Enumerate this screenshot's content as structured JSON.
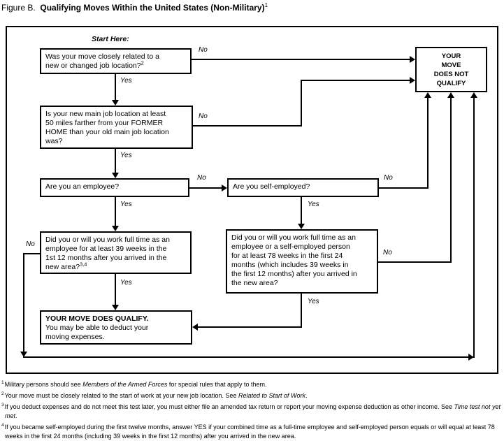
{
  "title": {
    "prefix": "Figure B.",
    "main": "Qualifying Moves Within the United States (Non-Military)",
    "sup": "1"
  },
  "labels": {
    "start": "Start Here:",
    "yes": "Yes",
    "no": "No"
  },
  "flowchart": {
    "q1": {
      "text": "Was your move closely related to a\nnew or changed job location?",
      "sup": "2"
    },
    "q2": {
      "text": "Is your new main job location at least\n50 miles farther from your FORMER\nHOME than your old main job location\nwas?"
    },
    "q3": {
      "text": "Are you an employee?"
    },
    "q4": {
      "text": "Are you self-employed?"
    },
    "q5": {
      "text": "Did you or will you work full time as an\nemployee for at least 39 weeks in the\n1st 12 months after you arrived in the\nnew area?",
      "sup": "3,4"
    },
    "q6": {
      "text": "Did you or will you work full time as an\nemployee or a self-employed person\nfor at least 78 weeks in the first 24\nmonths (which includes 39 weeks in\nthe first 12 months) after you arrived in\nthe new area?"
    },
    "qualify": {
      "title": "YOUR MOVE DOES QUALIFY.",
      "text": "You may be able to deduct your\nmoving expenses."
    },
    "not_qualify": {
      "text": "YOUR\nMOVE\nDOES NOT\nQUALIFY"
    }
  },
  "footnotes": [
    {
      "sup": "1",
      "pre": "Military persons should see ",
      "italic": "Members of the Armed Forces",
      "post": " for special rules that apply to them."
    },
    {
      "sup": "2",
      "pre": "Your move must be closely related to the start of work at your new job location. See ",
      "italic": "Related to Start of Work",
      "post": "."
    },
    {
      "sup": "3",
      "pre": "If you deduct expenses and do not meet this test later, you must either file an amended tax return or report your moving expense deduction as other income. See ",
      "italic": "Time test not yet met",
      "post": "."
    },
    {
      "sup": "4",
      "pre": "If you became self-employed during the first twelve months, answer YES if your combined time as a full-time employee and self-employed person equals or will equal at least 78 weeks in the first 24 months (including 39 weeks in the first 12 months) after you arrived in the new area.",
      "italic": "",
      "post": ""
    }
  ],
  "colors": {
    "line": "#000000",
    "background": "#ffffff"
  }
}
